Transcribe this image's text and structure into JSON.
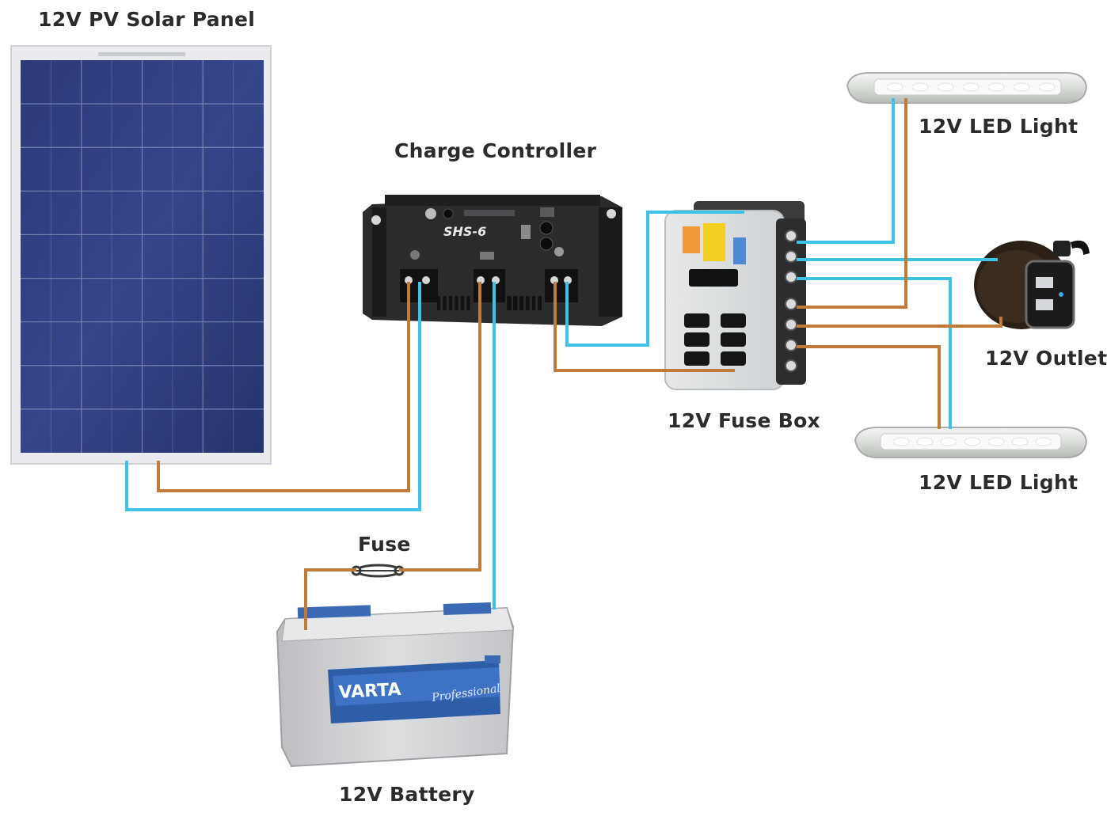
{
  "labels": {
    "solar_panel": "12V PV Solar Panel",
    "charge_controller": "Charge Controller",
    "fuse_box": "12V Fuse Box",
    "led_light_top": "12V LED Light",
    "led_light_bottom": "12V LED Light",
    "outlet": "12V Outlet",
    "fuse": "Fuse",
    "battery": "12V Battery"
  },
  "devices": {
    "controller_model": "SHS-6",
    "battery_brand": "VARTA",
    "battery_line": "Professional"
  },
  "wire_colors": {
    "positive": "#c07a3a",
    "negative": "#3ec3e6"
  }
}
